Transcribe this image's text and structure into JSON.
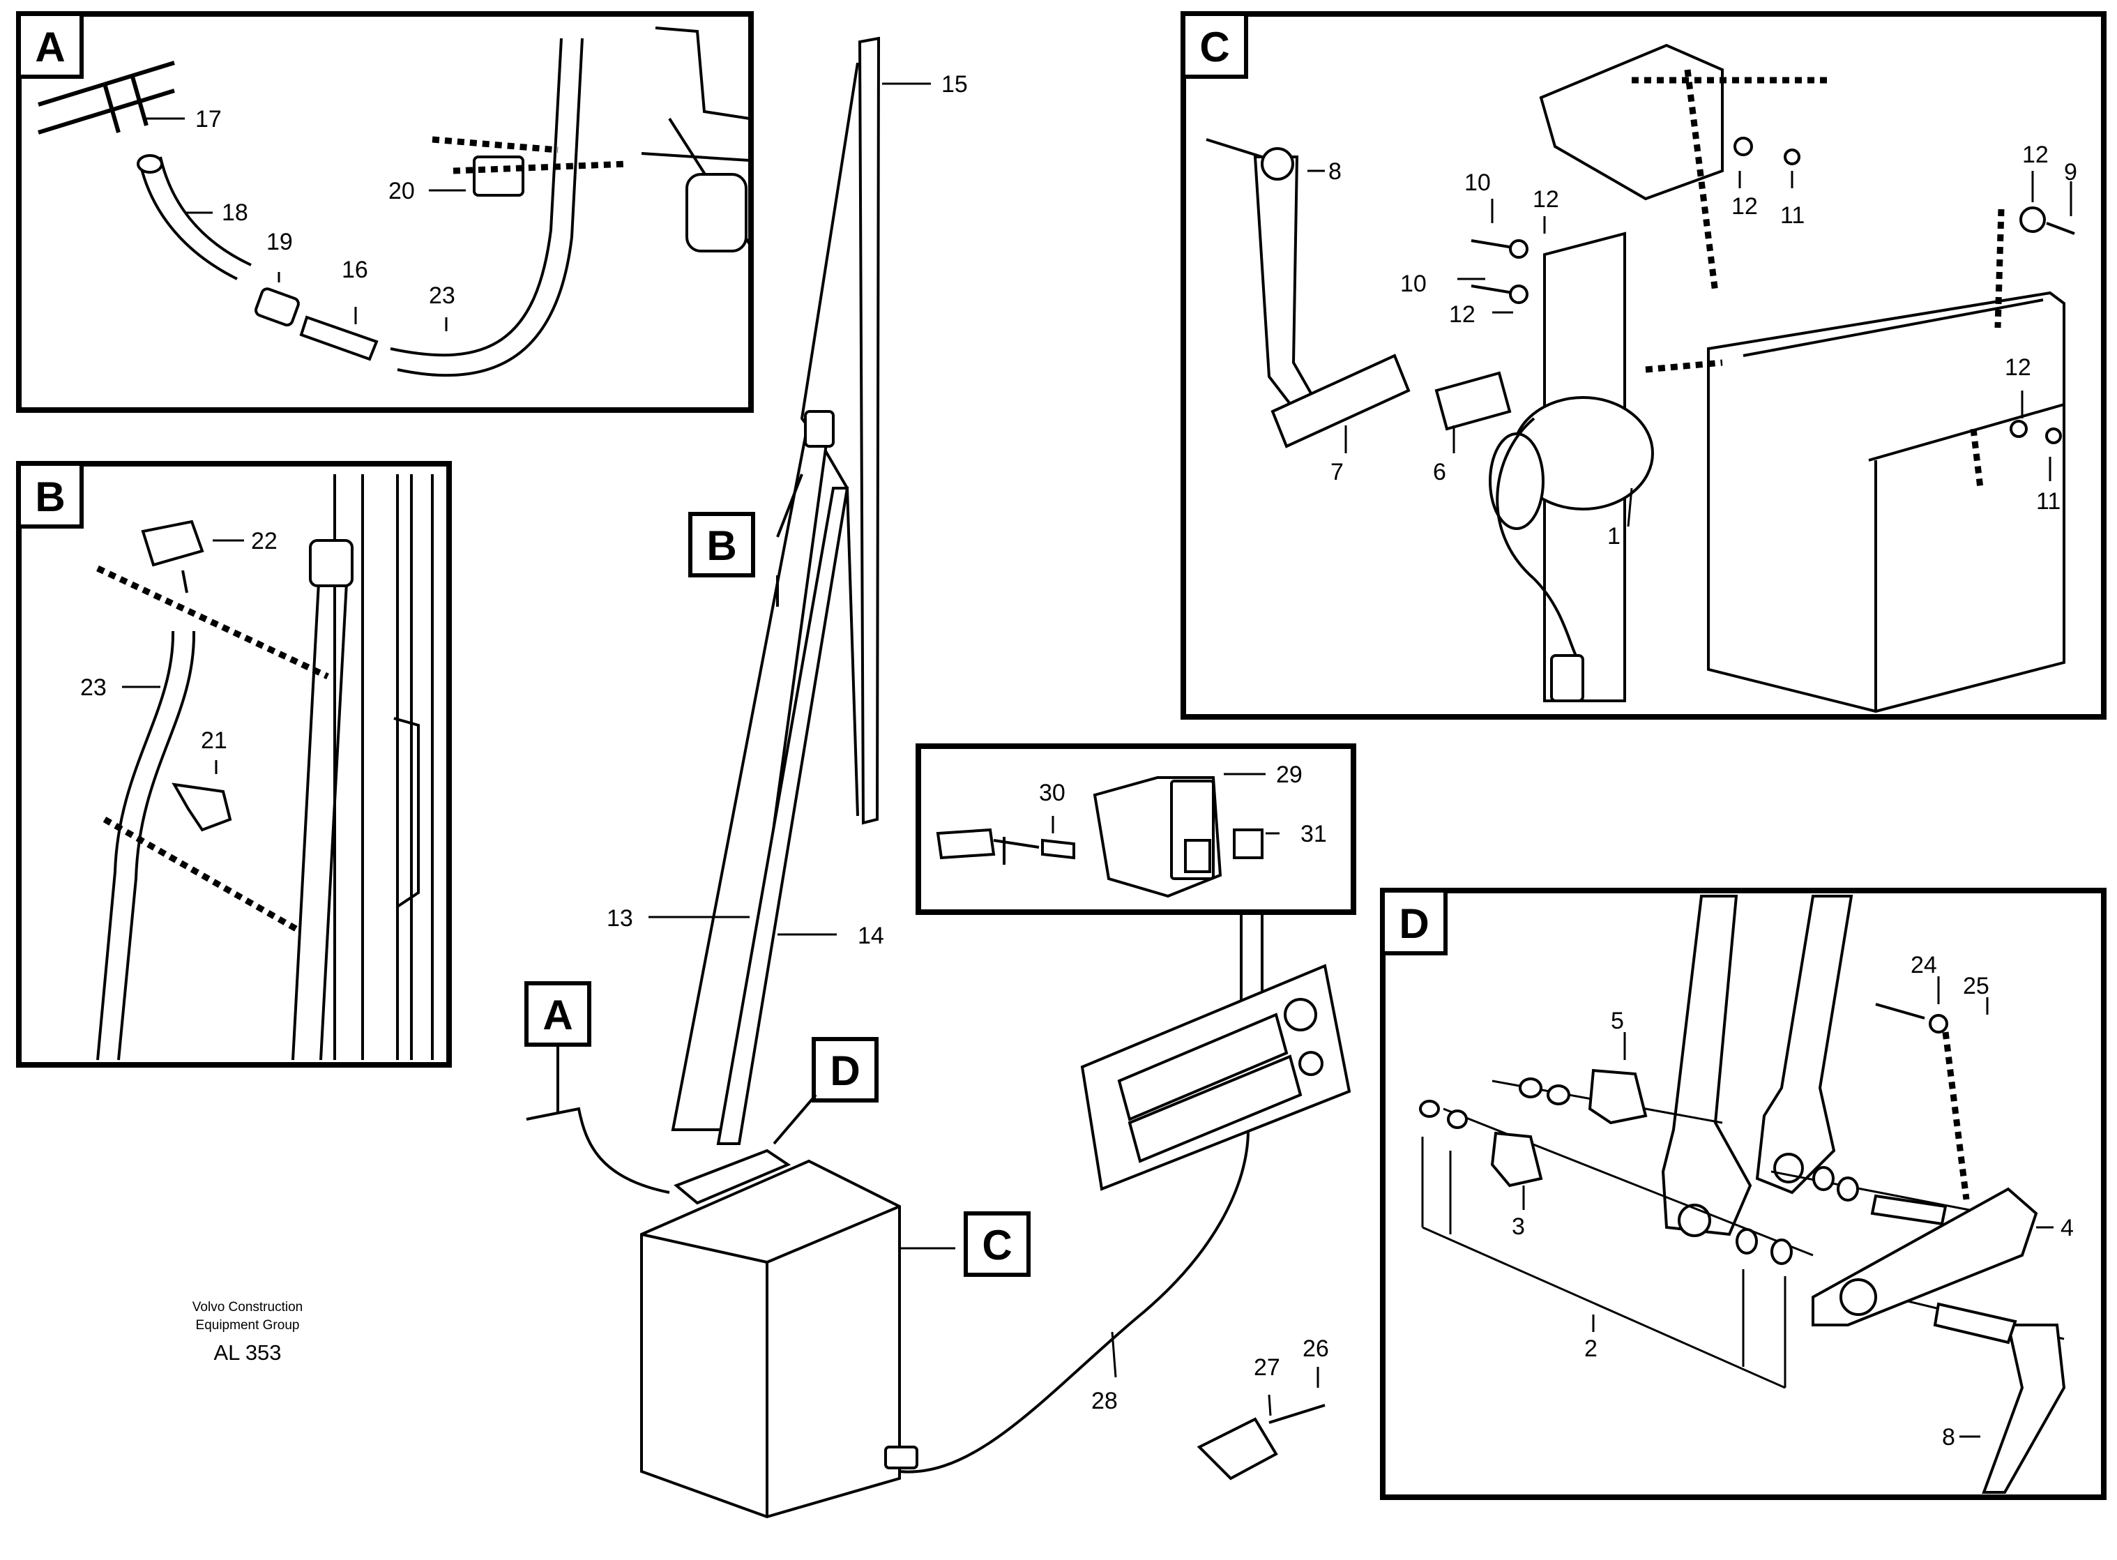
{
  "credit": {
    "line1": "Volvo Construction",
    "line2": "Equipment Group",
    "code": "AL 353"
  },
  "panels": {
    "a": "A",
    "b": "B",
    "c": "C",
    "d": "D"
  },
  "callouts": {
    "a": "A",
    "b": "B",
    "c": "C",
    "d": "D"
  },
  "labels": {
    "panel_a": [
      "17",
      "18",
      "19",
      "16",
      "20",
      "23"
    ],
    "panel_b": [
      "22",
      "23",
      "21"
    ],
    "panel_c": [
      "8",
      "10",
      "12",
      "12",
      "11",
      "12",
      "9",
      "10",
      "12",
      "7",
      "6",
      "1",
      "12",
      "11"
    ],
    "panel_d": [
      "24",
      "25",
      "5",
      "3",
      "4",
      "2",
      "8"
    ],
    "main": [
      "15",
      "13",
      "14",
      "28",
      "27",
      "26"
    ],
    "switch_panel": [
      "30",
      "29",
      "31"
    ]
  }
}
